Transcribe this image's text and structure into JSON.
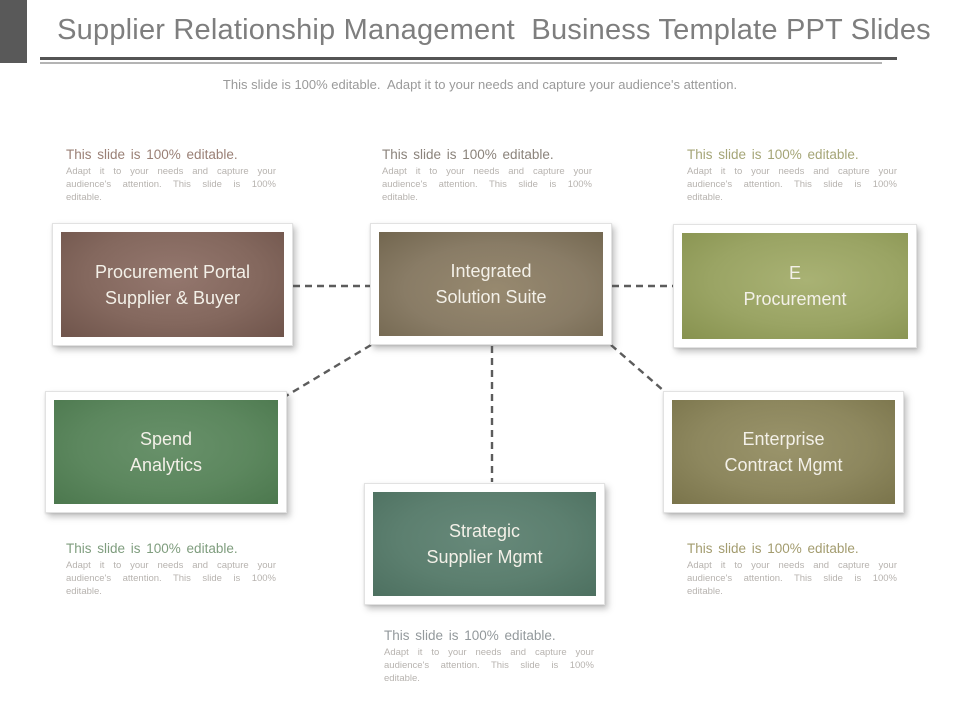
{
  "slide": {
    "title": "Supplier Relationship Management  Business Template PPT Slides",
    "subtitle": "This slide is 100% editable.  Adapt it to your needs and capture your audience's attention.",
    "title_color": "#7e7e7e",
    "subtitle_color": "#9a9a9a",
    "accent_bar_color": "#595959",
    "rule_dark_color": "#545454",
    "rule_light_color": "#b4b4b4"
  },
  "notes": [
    {
      "position": "top-left",
      "heading": "This slide is 100% editable.",
      "body": "Adapt it to your needs and capture your audience's attention. This slide is 100% editable.",
      "heading_color": "#9a8076"
    },
    {
      "position": "top-center",
      "heading": "This slide is 100% editable.",
      "body": "Adapt it to your needs and capture your audience's attention. This slide is 100% editable.",
      "heading_color": "#8b837b"
    },
    {
      "position": "top-right",
      "heading": "This slide is 100% editable.",
      "body": "Adapt it to your needs and capture your audience's attention. This slide is 100% editable.",
      "heading_color": "#a5a577"
    },
    {
      "position": "bottom-left",
      "heading": "This slide is 100% editable.",
      "body": "Adapt it to your needs and capture your audience's attention. This slide is 100% editable.",
      "heading_color": "#7f9d7e"
    },
    {
      "position": "bottom-right",
      "heading": "This slide is 100% editable.",
      "body": "Adapt it to your needs and capture your audience's attention. This slide is 100% editable.",
      "heading_color": "#a39c6f"
    },
    {
      "position": "bottom-center",
      "heading": "This slide is 100% editable.",
      "body": "Adapt it to your needs and capture your audience's attention. This slide is 100% editable.",
      "heading_color": "#93999c"
    }
  ],
  "diagram": {
    "connector_color": "#5c5c5c",
    "connector_style": "dashed",
    "boxes": [
      {
        "id": "procurement-portal",
        "line1": "Procurement Portal",
        "line2": "Supplier & Buyer",
        "color": "#84685e"
      },
      {
        "id": "integrated-solution",
        "line1": "Integrated",
        "line2": "Solution Suite",
        "color": "#897c66"
      },
      {
        "id": "e-procurement",
        "line1": "E",
        "line2": "Procurement",
        "color": "#9aa464"
      },
      {
        "id": "spend-analytics",
        "line1": "Spend",
        "line2": "Analytics",
        "color": "#5c875e"
      },
      {
        "id": "enterprise-contract",
        "line1": "Enterprise",
        "line2": "Contract Mgmt",
        "color": "#8d875e"
      },
      {
        "id": "strategic-supplier",
        "line1": "Strategic",
        "line2": "Supplier Mgmt",
        "color": "#5c7f6f"
      }
    ]
  }
}
